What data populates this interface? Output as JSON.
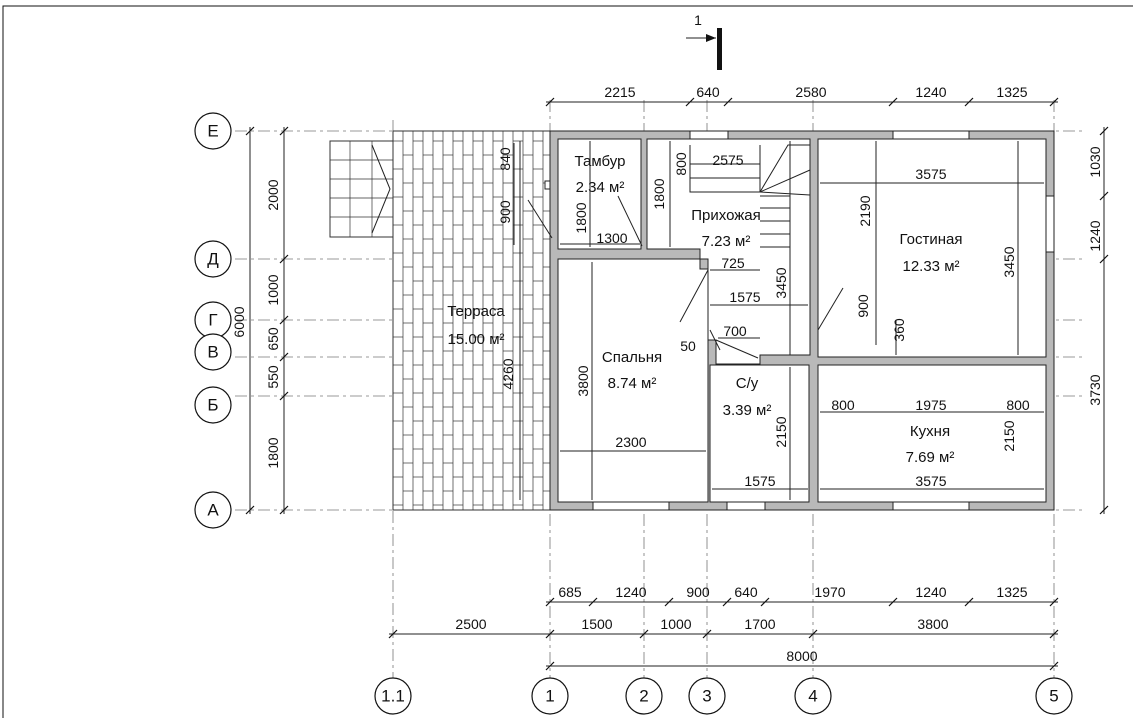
{
  "section_mark": "1",
  "axes_letters": [
    "Е",
    "Д",
    "Г",
    "В",
    "Б",
    "А"
  ],
  "axes_numbers": [
    "1.1",
    "1",
    "2",
    "3",
    "4",
    "5"
  ],
  "rooms": {
    "tambur": {
      "name": "Тамбур",
      "area": "2.34 м²"
    },
    "prihozh": {
      "name": "Прихожая",
      "area": "7.23 м²"
    },
    "gostin": {
      "name": "Гостиная",
      "area": "12.33 м²"
    },
    "terrasa": {
      "name": "Терраса",
      "area": "15.00 м²"
    },
    "spalnya": {
      "name": "Спальня",
      "area": "8.74 м²"
    },
    "su": {
      "name": "С/у",
      "area": "3.39 м²"
    },
    "kuhnya": {
      "name": "Кухня",
      "area": "7.69 м²"
    }
  },
  "dims_top": [
    "2215",
    "640",
    "2580",
    "1240",
    "1325"
  ],
  "dims_bottom_1": [
    "685",
    "1240",
    "900",
    "640",
    "1970",
    "1240",
    "1325"
  ],
  "dims_bottom_2": [
    "2500",
    "1500",
    "1000",
    "1700",
    "3800"
  ],
  "dims_bottom_total": "8000",
  "dims_left_outer": "6000",
  "dims_left_inner": [
    "2000",
    "1000",
    "650",
    "550",
    "1800"
  ],
  "dims_right": [
    "1030",
    "1240",
    "3730"
  ],
  "dims_inner": {
    "d840": "840",
    "d900a": "900",
    "d1800a": "1800",
    "d1800b": "1800",
    "d1300": "1300",
    "d800": "800",
    "d2575": "2575",
    "d725": "725",
    "d1575a": "1575",
    "d3450a": "3450",
    "d700": "700",
    "d50": "50",
    "d3575a": "3575",
    "d2190": "2190",
    "d3450b": "3450",
    "d900b": "900",
    "d360": "360",
    "d4260": "4260",
    "d3800": "3800",
    "d2300": "2300",
    "d2150a": "2150",
    "d1575b": "1575",
    "d800a": "800",
    "d1975": "1975",
    "d800b": "800",
    "d2150b": "2150",
    "d3575b": "3575"
  }
}
